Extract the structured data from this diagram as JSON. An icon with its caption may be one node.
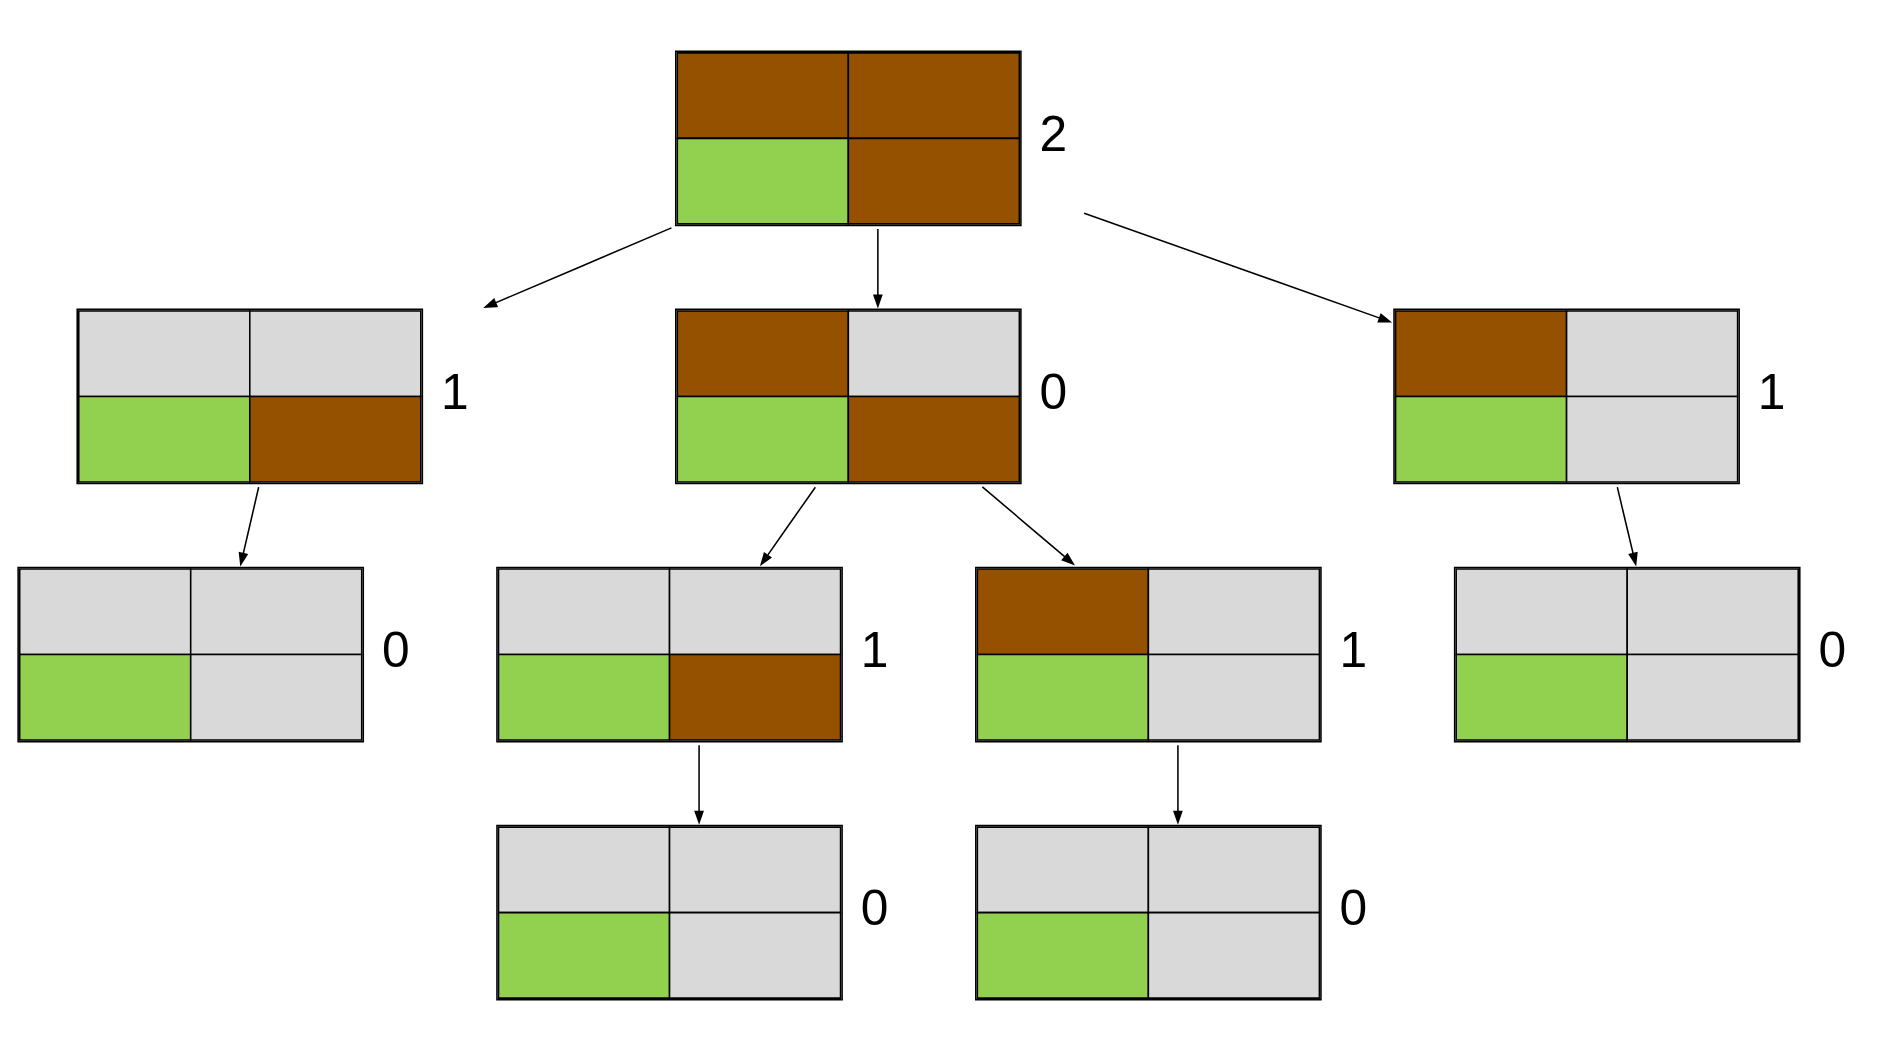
{
  "diagram": {
    "nodes": [
      {
        "text": [],
        "shape": "box",
        "beside": [
          "2"
        ]
      },
      {
        "text": [],
        "shape": "box",
        "beside": [
          "1"
        ]
      },
      {
        "text": [],
        "shape": "box",
        "beside": [
          "0"
        ]
      },
      {
        "text": [],
        "shape": "box",
        "beside": [
          "1"
        ]
      },
      {
        "text": [],
        "shape": "box",
        "beside": [
          "0"
        ]
      },
      {
        "text": [],
        "shape": "box",
        "beside": [
          "1"
        ]
      },
      {
        "text": [],
        "shape": "box",
        "beside": [
          "1"
        ]
      },
      {
        "text": [],
        "shape": "box",
        "beside": [
          "0"
        ]
      },
      {
        "text": [],
        "shape": "box",
        "beside": [
          "0"
        ]
      },
      {
        "text": [],
        "shape": "box",
        "beside": [
          "0"
        ]
      }
    ],
    "edges": [
      {
        "from": 0,
        "to": 1,
        "arrow": "to"
      },
      {
        "from": 0,
        "to": 2,
        "arrow": "to"
      },
      {
        "from": 0,
        "to": 3,
        "arrow": "to"
      },
      {
        "from": 1,
        "to": 4,
        "arrow": "to"
      },
      {
        "from": 2,
        "to": 5,
        "arrow": "to"
      },
      {
        "from": 2,
        "to": 6,
        "arrow": "to"
      },
      {
        "from": 3,
        "to": 7,
        "arrow": "to"
      },
      {
        "from": 5,
        "to": 8,
        "arrow": "to"
      },
      {
        "from": 6,
        "to": 9,
        "arrow": "to"
      }
    ]
  }
}
